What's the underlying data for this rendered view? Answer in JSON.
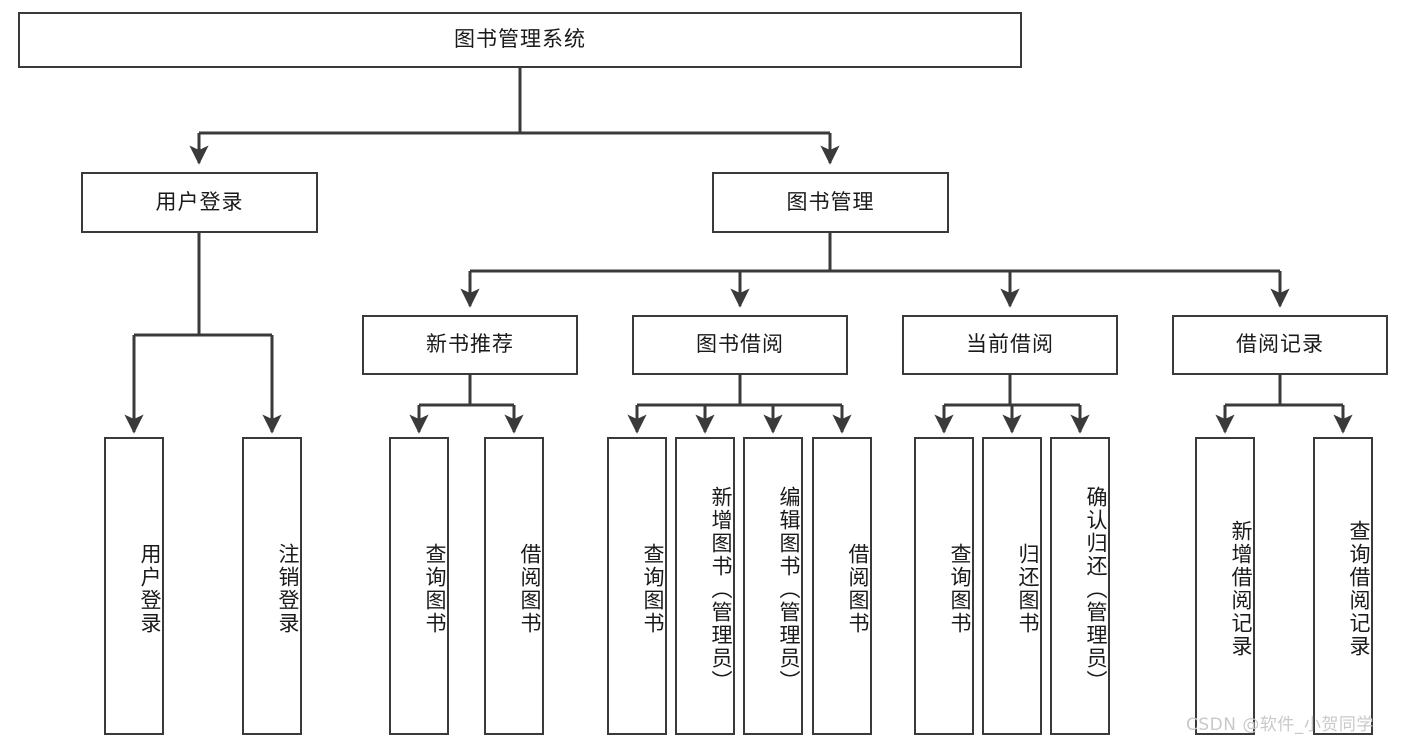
{
  "diagram": {
    "title": "图书管理系统",
    "type": "hierarchy-tree",
    "edge_color": "#3a3a3a",
    "box_border_color": "#3a3a3a",
    "box_fill_color": "#ffffff",
    "background_color": "#ffffff",
    "watermark": "CSDN @软件_小贺同学",
    "watermark_color": "#c9c9c9"
  },
  "nodes": {
    "root": {
      "label": "图书管理系统",
      "level": 0
    },
    "level1": [
      {
        "id": "user-login",
        "label": "用户登录"
      },
      {
        "id": "book-manage",
        "label": "图书管理"
      }
    ],
    "level2": [
      {
        "id": "new-book-recommend",
        "label": "新书推荐",
        "parent": "book-manage"
      },
      {
        "id": "book-borrow",
        "label": "图书借阅",
        "parent": "book-manage"
      },
      {
        "id": "current-borrow",
        "label": "当前借阅",
        "parent": "book-manage"
      },
      {
        "id": "borrow-record",
        "label": "借阅记录",
        "parent": "book-manage"
      }
    ],
    "leaves": {
      "user-login": [
        {
          "id": "leaf-user-login",
          "label": "用户登录"
        },
        {
          "id": "leaf-user-logout",
          "label": "注销登录"
        }
      ],
      "new-book-recommend": [
        {
          "id": "leaf-query-book-1",
          "label": "查询图书"
        },
        {
          "id": "leaf-borrow-book-1",
          "label": "借阅图书"
        }
      ],
      "book-borrow": [
        {
          "id": "leaf-query-book-2",
          "label": "查询图书"
        },
        {
          "id": "leaf-add-book",
          "label": "新增图书（管理员）"
        },
        {
          "id": "leaf-edit-book",
          "label": "编辑图书（管理员）"
        },
        {
          "id": "leaf-borrow-book-2",
          "label": "借阅图书"
        }
      ],
      "current-borrow": [
        {
          "id": "leaf-query-book-3",
          "label": "查询图书"
        },
        {
          "id": "leaf-return-book",
          "label": "归还图书"
        },
        {
          "id": "leaf-confirm-return",
          "label": "确认归还（管理员）"
        }
      ],
      "borrow-record": [
        {
          "id": "leaf-add-record",
          "label": "新增借阅记录"
        },
        {
          "id": "leaf-query-record",
          "label": "查询借阅记录"
        }
      ]
    }
  }
}
